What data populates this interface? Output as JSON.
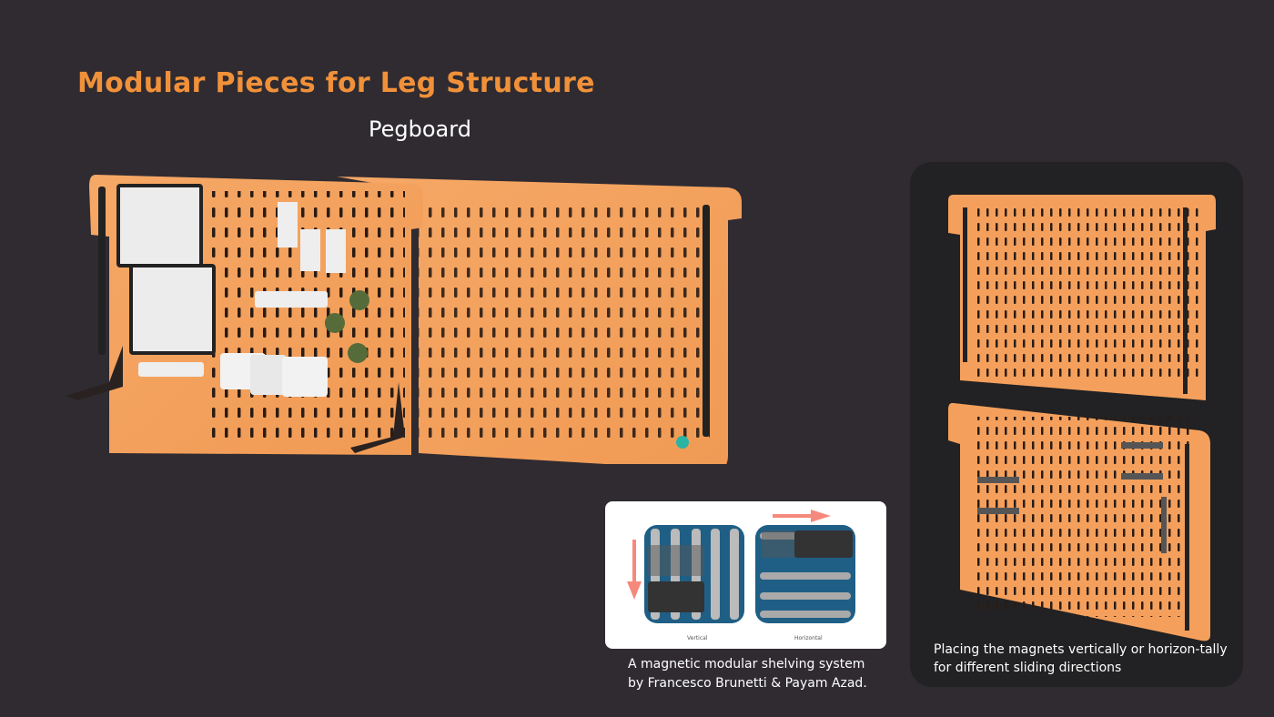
{
  "header": {
    "title": "Modular Pieces for Leg Structure",
    "subtitle": "Pegboard"
  },
  "colors": {
    "background": "#2f2b31",
    "accent": "#f0913a",
    "pegboard": "#f4a05c",
    "panel": "#222123",
    "magnet_board": "#1f5f86",
    "arrow": "#f58a7c"
  },
  "magnet_figure": {
    "labels": [
      "Vertical",
      "Horizontal"
    ],
    "caption_line1": "A magnetic modular shelving system",
    "caption_line2": "by Francesco Brunetti & Payam Azad."
  },
  "right_panel": {
    "caption": "Placing the magnets vertically or horizon-tally for different sliding directions"
  }
}
